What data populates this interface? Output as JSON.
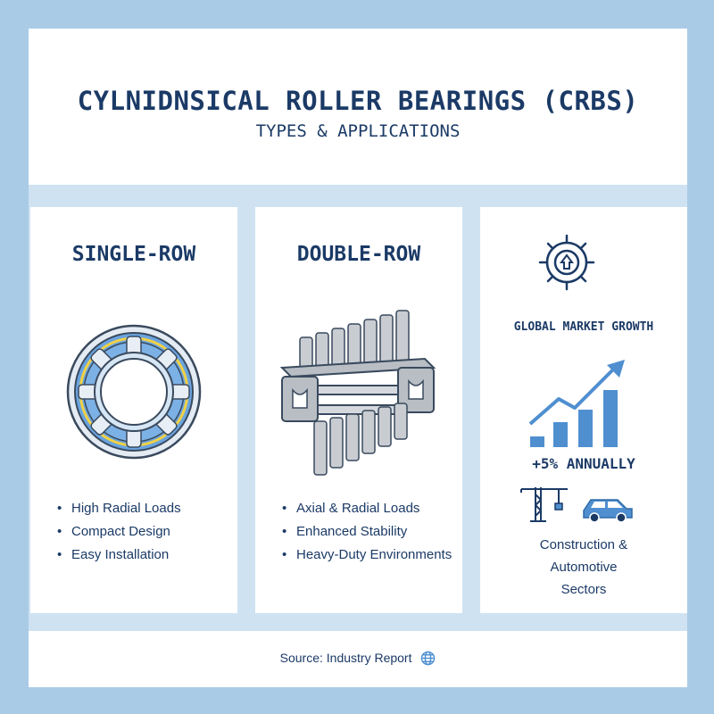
{
  "header": {
    "title": "CYLNIDNSICAL ROLLER BEARINGS (CRBS)",
    "subtitle": "TYPES & APPLICATIONS"
  },
  "cards": [
    {
      "title": "SINGLE-ROW",
      "icon": "single-row-bearing-icon",
      "features": [
        "High Radial Loads",
        "Compact Design",
        "Easy Installation"
      ]
    },
    {
      "title": "DOUBLE-ROW",
      "icon": "double-row-bearing-icon",
      "features": [
        "Axial & Radial Loads",
        "Enhanced Stability",
        "Heavy-Duty Environments"
      ]
    }
  ],
  "market": {
    "icon": "gear-upload-icon",
    "title": "GLOBAL MARKET GROWTH",
    "growth": "+5% ANNUALLY",
    "sector_icons": [
      "crane-icon",
      "car-icon"
    ],
    "sectors_line1": "Construction &",
    "sectors_line2": "Automotive",
    "sectors_line3": "Sectors"
  },
  "footer": {
    "source": "Source: Industry Report",
    "icon": "globe-icon"
  },
  "colors": {
    "background": "#a9cbe6",
    "panel": "#ffffff",
    "navy": "#1b3a66",
    "accent_blue": "#4f8fd0"
  }
}
